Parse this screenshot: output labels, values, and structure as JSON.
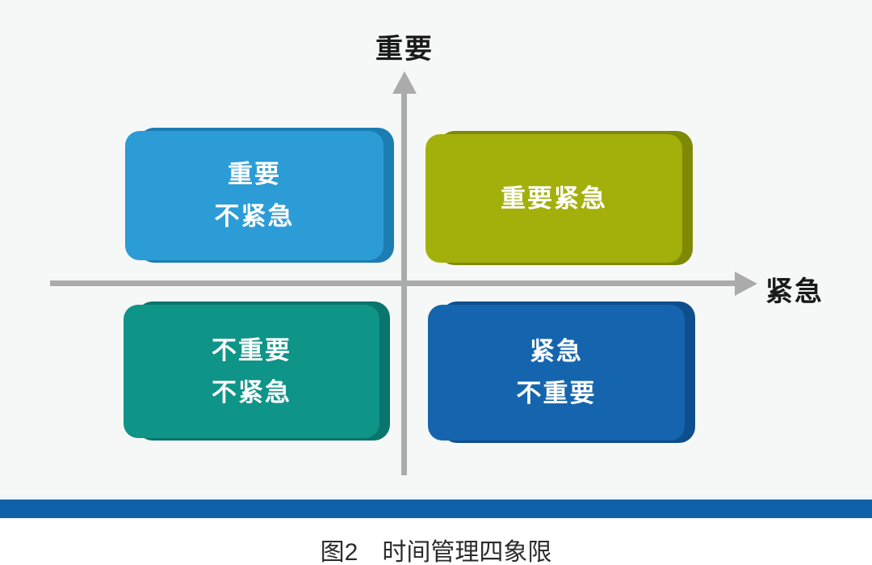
{
  "diagram": {
    "type": "quadrant-matrix",
    "background_color": "#f6f7f7",
    "axes": {
      "y_label": "重要",
      "x_label": "紧急",
      "axis_color": "#ababab",
      "label_color": "#1a1a1a"
    },
    "quadrants": {
      "top_left": {
        "lines": [
          "重要",
          "不紧急"
        ],
        "color": "#2b9cd6",
        "edge_color": "#1c7db3",
        "text_color": "#ffffff"
      },
      "top_right": {
        "lines": [
          "重要紧急"
        ],
        "color": "#a3b00b",
        "edge_color": "#7e8a05",
        "text_color": "#ffffff"
      },
      "bottom_left": {
        "lines": [
          "不重要",
          "不紧急"
        ],
        "color": "#0f9488",
        "edge_color": "#0a756c",
        "text_color": "#ffffff"
      },
      "bottom_right": {
        "lines": [
          "紧急",
          "不重要"
        ],
        "color": "#1565ae",
        "edge_color": "#0f4e8c",
        "text_color": "#ffffff"
      }
    },
    "divider_bar_color": "#1161a9",
    "caption": {
      "figure_label": "图2",
      "title": "时间管理四象限"
    }
  }
}
